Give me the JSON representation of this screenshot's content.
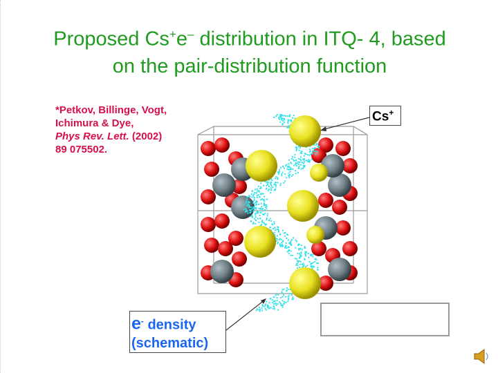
{
  "slide": {
    "title_part1": "Proposed Cs",
    "title_sup1": "+",
    "title_part2": "e",
    "title_sup2": "–",
    "title_part3": " distribution in ITQ- 4,  based",
    "title_line2": "on the pair-distribution function"
  },
  "citation": {
    "line1": "*Petkov, Billinge, Vogt,",
    "line2": "Ichimura & Dye,",
    "journal": "Phys Rev. Lett.",
    "year": " (2002)",
    "line4": "89 075502."
  },
  "labels": {
    "cs_text": "Cs",
    "cs_sup": "+",
    "e_text": "e",
    "e_sup": "-",
    "density": " density",
    "schematic": "(schematic)"
  },
  "icons": {
    "speaker": "speaker-icon"
  },
  "colors": {
    "title": "#1f9a1f",
    "citation": "#d4104a",
    "edensity": "#1a66ee",
    "cs": "#e8e020",
    "oxygen": "#dd1010",
    "silicon": "#6f7f85",
    "electron": "#33e0e8"
  }
}
